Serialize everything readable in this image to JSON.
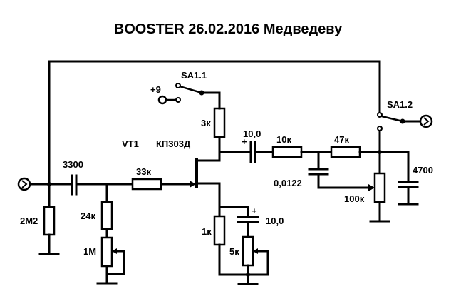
{
  "title": "BOOSTER 26.02.2016 Медведеву",
  "colors": {
    "ink": "#000000",
    "background": "#ffffff"
  },
  "components": {
    "input_jack": {
      "type": "jack",
      "role": "input"
    },
    "output_jack": {
      "type": "jack",
      "role": "output"
    },
    "r_2m2": {
      "ref": "R",
      "value": "2M2"
    },
    "c_3300": {
      "ref": "C",
      "value": "3300"
    },
    "r_24k": {
      "ref": "R",
      "value": "24к"
    },
    "pot_1m": {
      "ref": "RP",
      "value": "1M"
    },
    "r_33k": {
      "ref": "R",
      "value": "33к"
    },
    "vt1": {
      "ref": "VT1",
      "value": "КП303Д"
    },
    "supply": {
      "label": "+9"
    },
    "sa1_1": {
      "ref": "SA1.1"
    },
    "sa1_2": {
      "ref": "SA1.2"
    },
    "r_3k": {
      "ref": "R",
      "value": "3к"
    },
    "c_out_10": {
      "ref": "C",
      "value": "10,0",
      "polarity": "+"
    },
    "r_1k": {
      "ref": "R",
      "value": "1к"
    },
    "c_src_10": {
      "ref": "C",
      "value": "10,0",
      "polarity": "+"
    },
    "pot_5k": {
      "ref": "RP",
      "value": "5к"
    },
    "r_10k": {
      "ref": "R",
      "value": "10к"
    },
    "r_47k": {
      "ref": "R",
      "value": "47к"
    },
    "c_0122": {
      "ref": "C",
      "value": "0,0122"
    },
    "pot_100k": {
      "ref": "RP",
      "value": "100к"
    },
    "c_4700": {
      "ref": "C",
      "value": "4700"
    }
  }
}
